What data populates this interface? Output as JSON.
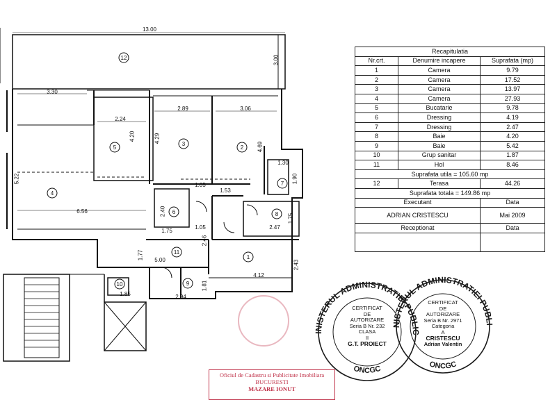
{
  "plan": {
    "dims": {
      "top_width": "13.00",
      "terrace_depth": "3.00",
      "w330": "3.30",
      "w224": "2.24",
      "w289": "2.89",
      "w306": "3.06",
      "h420": "4.20",
      "h429": "4.29",
      "h469": "4.69",
      "w130": "1.30",
      "h190": "1.90",
      "h522": "5.22",
      "w105a": "1.05",
      "w153": "1.53",
      "w656": "6.56",
      "h240": "2.40",
      "w175a": "1.75",
      "w105b": "1.05",
      "h246": "2.46",
      "w247": "2.47",
      "h175b": "1.75",
      "h177": "1.77",
      "w500": "5.00",
      "w412": "4.12",
      "h243": "2.43",
      "w185": "1.85",
      "w294": "2.94",
      "h181": "1.81"
    },
    "rooms": [
      "12",
      "5",
      "3",
      "2",
      "7",
      "4",
      "6",
      "8",
      "11",
      "1",
      "10",
      "9"
    ]
  },
  "recap": {
    "title": "Recapitulatia",
    "headers": [
      "Nr.crt.",
      "Denumire incapere",
      "Suprafata (mp)"
    ],
    "rows": [
      {
        "nr": "1",
        "name": "Camera",
        "area": "9.79"
      },
      {
        "nr": "2",
        "name": "Camera",
        "area": "17.52"
      },
      {
        "nr": "3",
        "name": "Camera",
        "area": "13.97"
      },
      {
        "nr": "4",
        "name": "Camera",
        "area": "27.93"
      },
      {
        "nr": "5",
        "name": "Bucatarie",
        "area": "9.78"
      },
      {
        "nr": "6",
        "name": "Dressing",
        "area": "4.19"
      },
      {
        "nr": "7",
        "name": "Dressing",
        "area": "2.47"
      },
      {
        "nr": "8",
        "name": "Baie",
        "area": "4.20"
      },
      {
        "nr": "9",
        "name": "Baie",
        "area": "5.42"
      },
      {
        "nr": "10",
        "name": "Grup sanitar",
        "area": "1.87"
      },
      {
        "nr": "11",
        "name": "Hol",
        "area": "8.46"
      }
    ],
    "util_label": "Suprafata utila = 105.60 mp",
    "terrace": {
      "nr": "12",
      "name": "Terasa",
      "area": "44.26"
    },
    "total_label": "Suprafata totala = 149.86 mp",
    "executant_label": "Executant",
    "data_label": "Data",
    "executant_name": "ADRIAN CRISTESCU",
    "executant_date": "Mai 2009",
    "receptionat_label": "Receptionat",
    "data_label2": "Data"
  },
  "stamps": {
    "left": {
      "ring_top": "MINISTERUL ADMINISTRATIEI PUBLICE",
      "ring_bottom": "ONCGC",
      "l1": "CERTIFICAT",
      "l2": "DE",
      "l3": "AUTORIZARE",
      "l4": "Seria B Nr. 232",
      "l5": "CLASA",
      "l6": "II",
      "l7": "G.T. PROIECT"
    },
    "right": {
      "ring_top": "MINISTERUL ADMINISTRATIEI PUBLICE",
      "ring_bottom": "ONCGC",
      "l1": "CERTIFICAT",
      "l2": "DE",
      "l3": "AUTORIZARE",
      "l4": "Seria B Nr. 2971",
      "l5": "Categoria",
      "l6": "A",
      "l7": "CRISTESCU",
      "l8": "Adrian Valentin"
    },
    "office": {
      "l1": "Oficiul de Cadastru si Publicitate Imobiliara",
      "l2": "BUCURESTI",
      "l3": "MAZARE IONUT"
    }
  },
  "colors": {
    "ink": "#111111",
    "stamp_red": "#c0334a",
    "seal_ink": "#1a1a1a"
  }
}
